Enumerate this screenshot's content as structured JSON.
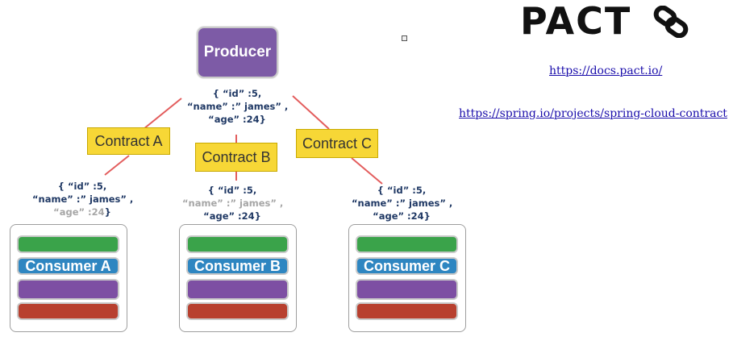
{
  "producer": {
    "label": "Producer"
  },
  "producer_payload": {
    "line1": "{ “id” :5,",
    "line2": "“name” :” james” ,",
    "line3": "“age” :24}"
  },
  "contracts": [
    {
      "label": "Contract A"
    },
    {
      "label": "Contract B"
    },
    {
      "label": "Contract C"
    }
  ],
  "consumer_payloads": [
    {
      "line1": "{ “id” :5,",
      "line2": "“name” :” james” ,",
      "line3": "“age” :24",
      "line3_end": "}"
    },
    {
      "line1": "{ “id” :5,",
      "line2": "“name” :” james” ,",
      "line3": "“age” :24}"
    },
    {
      "line1": "{ “id” :5,",
      "line2": "“name” :” james” ,",
      "line3": "“age” :24}"
    }
  ],
  "consumers": [
    {
      "label": "Consumer A"
    },
    {
      "label": "Consumer B"
    },
    {
      "label": "Consumer C"
    }
  ],
  "logo": {
    "text": "PACT"
  },
  "links": {
    "pact_docs": "https://docs.pact.io/",
    "spring_contract": "https://spring.io/projects/spring-cloud-contract"
  },
  "colors": {
    "producer": "#7d5ba6",
    "contract": "#f7d736",
    "connector": "#e35d5d",
    "consumer_label": "#2e86c1",
    "layer_green": "#3aa34a",
    "layer_purple": "#7d4fa3",
    "layer_red": "#b8402f",
    "payload_text": "#1f3864",
    "muted_text": "#a6a6a6"
  }
}
